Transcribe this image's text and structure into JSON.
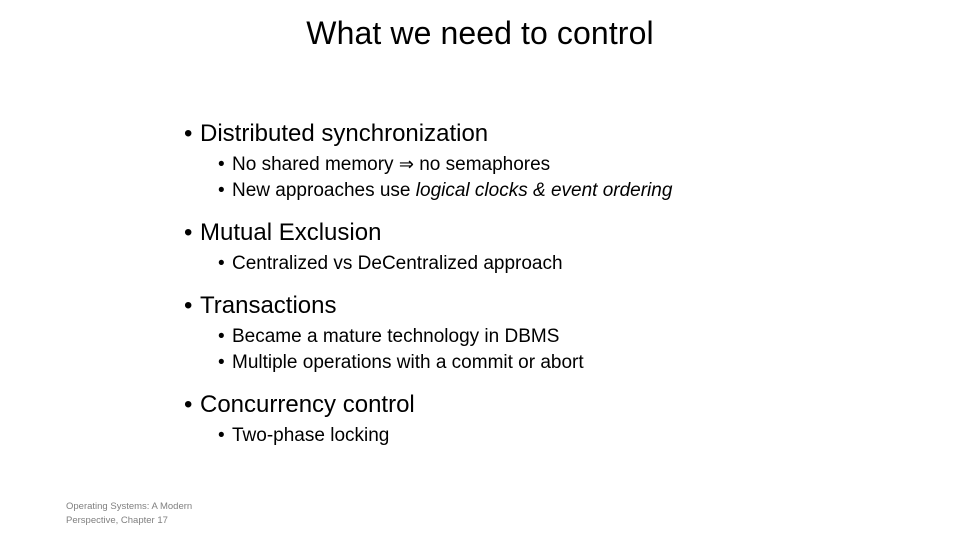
{
  "slide": {
    "title": "What we need to control",
    "background_color": "#ffffff",
    "text_color": "#000000",
    "bullet_glyph": "•",
    "groups": [
      {
        "heading": "Distributed synchronization",
        "sub_items": [
          {
            "prefix": "No shared memory ",
            "arrow": "⇒",
            "suffix": " no semaphores"
          },
          {
            "prefix": "New approaches use ",
            "italic": "logical clocks & event ordering",
            "suffix": ""
          }
        ]
      },
      {
        "heading": "Mutual Exclusion",
        "sub_items": [
          {
            "prefix": "Centralized vs DeCentralized approach"
          }
        ]
      },
      {
        "heading": "Transactions",
        "sub_items": [
          {
            "prefix": "Became a mature technology in DBMS"
          },
          {
            "prefix": "Multiple operations with a commit or abort"
          }
        ]
      },
      {
        "heading": "Concurrency control",
        "sub_items": [
          {
            "prefix": "Two-phase locking"
          }
        ]
      }
    ]
  },
  "footer": {
    "line1": "Operating Systems: A Modern",
    "line2": "Perspective, Chapter 17",
    "color": "#808080"
  }
}
